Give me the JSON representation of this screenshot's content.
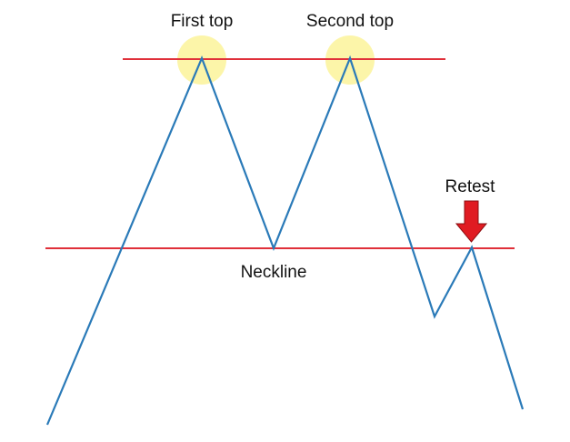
{
  "labels": {
    "first_top": "First top",
    "second_top": "Second top",
    "retest": "Retest",
    "neckline": "Neckline"
  },
  "colors": {
    "price_line": "#2a7ab8",
    "level_line": "#e0303a",
    "highlight": "#fbf39a",
    "arrow": "#e01b22",
    "arrow_outline": "#8a0d10",
    "text": "#111111"
  },
  "icons": {
    "retest_marker": "down-arrow-icon"
  }
}
